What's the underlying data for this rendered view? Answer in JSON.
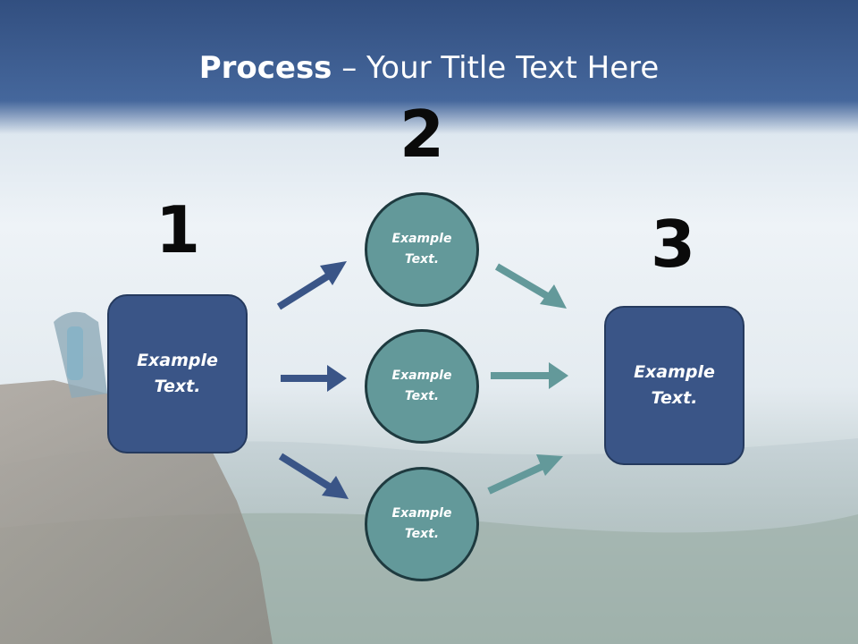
{
  "title": {
    "bold": "Process",
    "rest": " – Your Title Text Here"
  },
  "steps": [
    {
      "number": "1",
      "text": "Example\nText."
    },
    {
      "number": "2",
      "items": [
        {
          "text": "Example\nText."
        },
        {
          "text": "Example\nText."
        },
        {
          "text": "Example\nText."
        }
      ]
    },
    {
      "number": "3",
      "text": "Example\nText."
    }
  ],
  "colors": {
    "title_bar": "#3c5a90",
    "box_fill": "#3a5587",
    "circle_fill": "#63999a",
    "arrow_blue": "#3a5587",
    "arrow_teal": "#63999a"
  },
  "background": {
    "description_icon": "mountain-landscape-photo"
  }
}
